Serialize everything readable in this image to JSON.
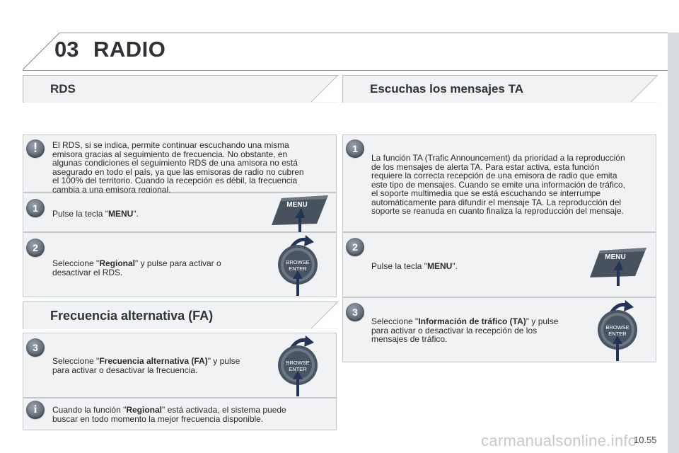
{
  "header": {
    "chapter_number": "03",
    "chapter_title": "RADIO"
  },
  "left": {
    "rds_title": "RDS",
    "rds_warning": {
      "badge": "!",
      "lines": [
        "El RDS, si se indica, permite continuar escuchando una misma",
        "emisora gracias al seguimiento de frecuencia. No obstante, en",
        "algunas condiciones el seguimiento RDS de una amisora no está",
        "asegurado en todo el país, ya que las emisoras de radio no cubren",
        "el 100% del territorio. Cuando la recepción es débil, la frecuencia",
        "cambia a una emisora regional."
      ]
    },
    "step1": {
      "badge": "1",
      "pre": "Pulse la tecla \"",
      "bold": "MENU",
      "post": "\"."
    },
    "step2": {
      "badge": "2",
      "line1_pre": "Seleccione \"",
      "line1_bold": "Regional",
      "line1_post": "\" y pulse para activar o",
      "line2": "desactivar el RDS."
    },
    "fa_title": "Frecuencia alternativa (FA)",
    "step3": {
      "badge": "3",
      "line1_pre": "Seleccione \"",
      "line1_bold": "Frecuencia alternativa (FA)",
      "line1_post": "\" y pulse",
      "line2": "para activar o desactivar la frecuencia."
    },
    "info": {
      "badge": "i",
      "line1_pre": "Cuando la función \"",
      "line1_bold": "Regional",
      "line1_post": "\" está activada, el sistema puede",
      "line2": "buscar en todo momento la mejor frecuencia disponible."
    }
  },
  "right": {
    "ta_title": "Escuchas los mensajes TA",
    "step1": {
      "badge": "1",
      "lines": [
        "La función TA (Trafic Announcement) da prioridad a la reproducción",
        "de los mensajes de alerta TA. Para estar activa, esta función",
        "requiere la correcta recepción de una emisora de radio que emita",
        "este tipo de mensajes. Cuando se emite una información de tráfico,",
        "el soporte multimedia que se está escuchando se interrumpe",
        "automáticamente para difundir el mensaje TA. La reproducción del",
        "soporte se reanuda en cuanto finaliza la reproducción del mensaje."
      ]
    },
    "step2": {
      "badge": "2",
      "pre": "Pulse la tecla \"",
      "bold": "MENU",
      "post": "\"."
    },
    "step3": {
      "badge": "3",
      "line1_pre": "Seleccione \"",
      "line1_bold": "Información de tráfico (TA)",
      "line1_post": "\" y pulse",
      "line2": "para activar o desactivar la recepción de los",
      "line3": "mensajes de tráfico."
    }
  },
  "buttons": {
    "menu_label": "MENU",
    "browse_label": "BROWSE",
    "enter_label": "ENTER"
  },
  "footer": {
    "page_number": "10.55",
    "watermark": "carmanualsonline.info"
  },
  "colors": {
    "panel": "#f1f2f3",
    "border": "#c4c8cd",
    "badge": "#59636e",
    "button": "#4a5563",
    "arrow": "#2b3a5c"
  }
}
